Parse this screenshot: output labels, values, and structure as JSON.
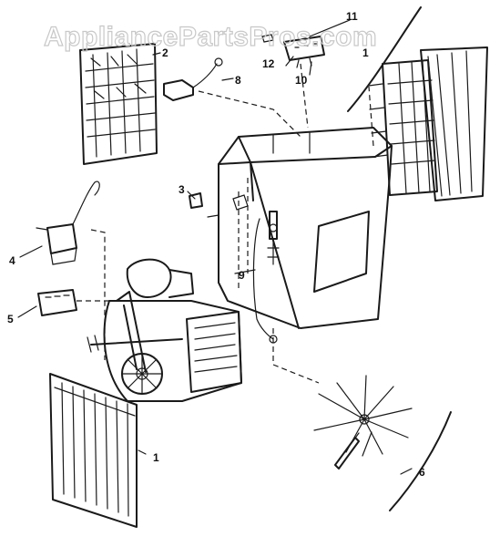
{
  "watermark": "AppliancePartsPros.com",
  "callouts": {
    "c1_top_right": "1",
    "c2": "2",
    "c3": "3",
    "c4": "4",
    "c5": "5",
    "c6": "6",
    "c8": "8",
    "c9": "9",
    "c10": "10",
    "c11": "11",
    "c12": "12",
    "c1_bottom": "1"
  },
  "colors": {
    "ink": "#1a1a1a",
    "paper": "#ffffff",
    "watermark": "#c8c8c8"
  }
}
